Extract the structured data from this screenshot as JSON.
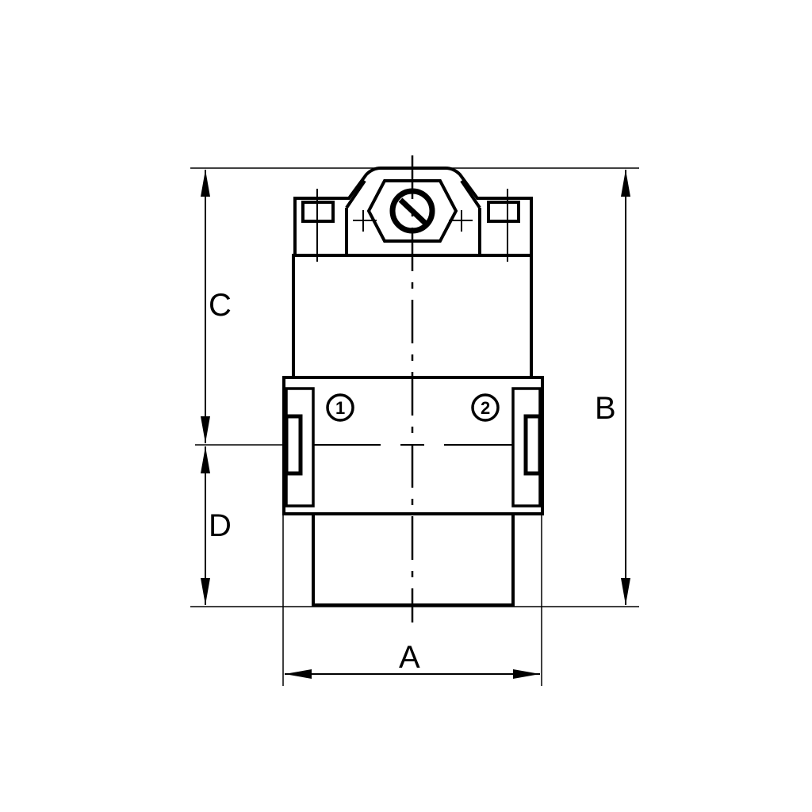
{
  "diagram": {
    "type": "technical-dimension-drawing",
    "colors": {
      "line": "#000000",
      "background": "#ffffff"
    },
    "dimensions": {
      "A": {
        "label": "A",
        "orientation": "horizontal",
        "description": "overall width of body"
      },
      "B": {
        "label": "B",
        "orientation": "vertical",
        "description": "overall height"
      },
      "C": {
        "label": "C",
        "orientation": "vertical",
        "description": "top to port centerline"
      },
      "D": {
        "label": "D",
        "orientation": "vertical",
        "description": "port centerline to bottom"
      }
    },
    "ports": [
      {
        "id": "port-1",
        "label": "1"
      },
      {
        "id": "port-2",
        "label": "2"
      }
    ]
  }
}
